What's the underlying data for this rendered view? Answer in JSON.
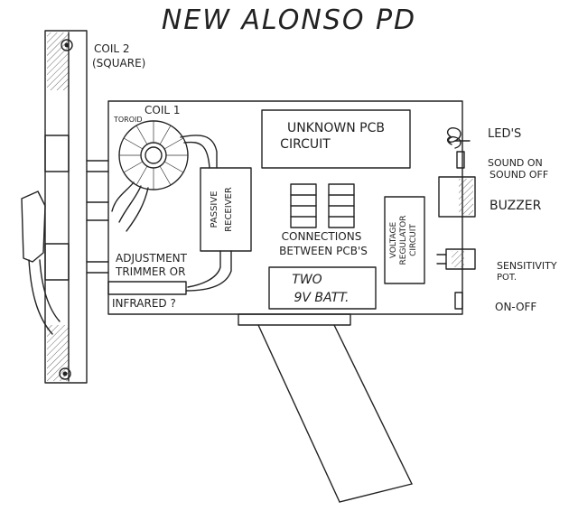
{
  "title": "NEW ALONSO PD",
  "labels": {
    "coil2": "COIL 2",
    "coil2_shape": "(SQUARE)",
    "coil1": "COIL 1",
    "toroid": "TOROID",
    "unknown_pcb_line1": "UNKNOWN PCB",
    "unknown_pcb_line2": "CIRCUIT",
    "passive_receiver_line1": "PASSIVE",
    "passive_receiver_line2": "RECEIVER",
    "connections_line1": "CONNECTIONS",
    "connections_line2": "BETWEEN PCB'S",
    "voltage_regulator_line1": "VOLTAGE",
    "voltage_regulator_line2": "REGULATOR",
    "voltage_regulator_line3": "CIRCUIT",
    "adjustment_line1": "ADJUSTMENT",
    "adjustment_line2": "TRIMMER OR",
    "infrared": "INFRARED ?",
    "battery_line1": "TWO",
    "battery_line2": "9V BATT.",
    "leds": "LED'S",
    "sound_on": "SOUND ON",
    "sound_off": "SOUND OFF",
    "buzzer": "BUZZER",
    "sensitivity_line1": "SENSITIVITY",
    "sensitivity_line2": "POT.",
    "on_off": "ON-OFF"
  }
}
